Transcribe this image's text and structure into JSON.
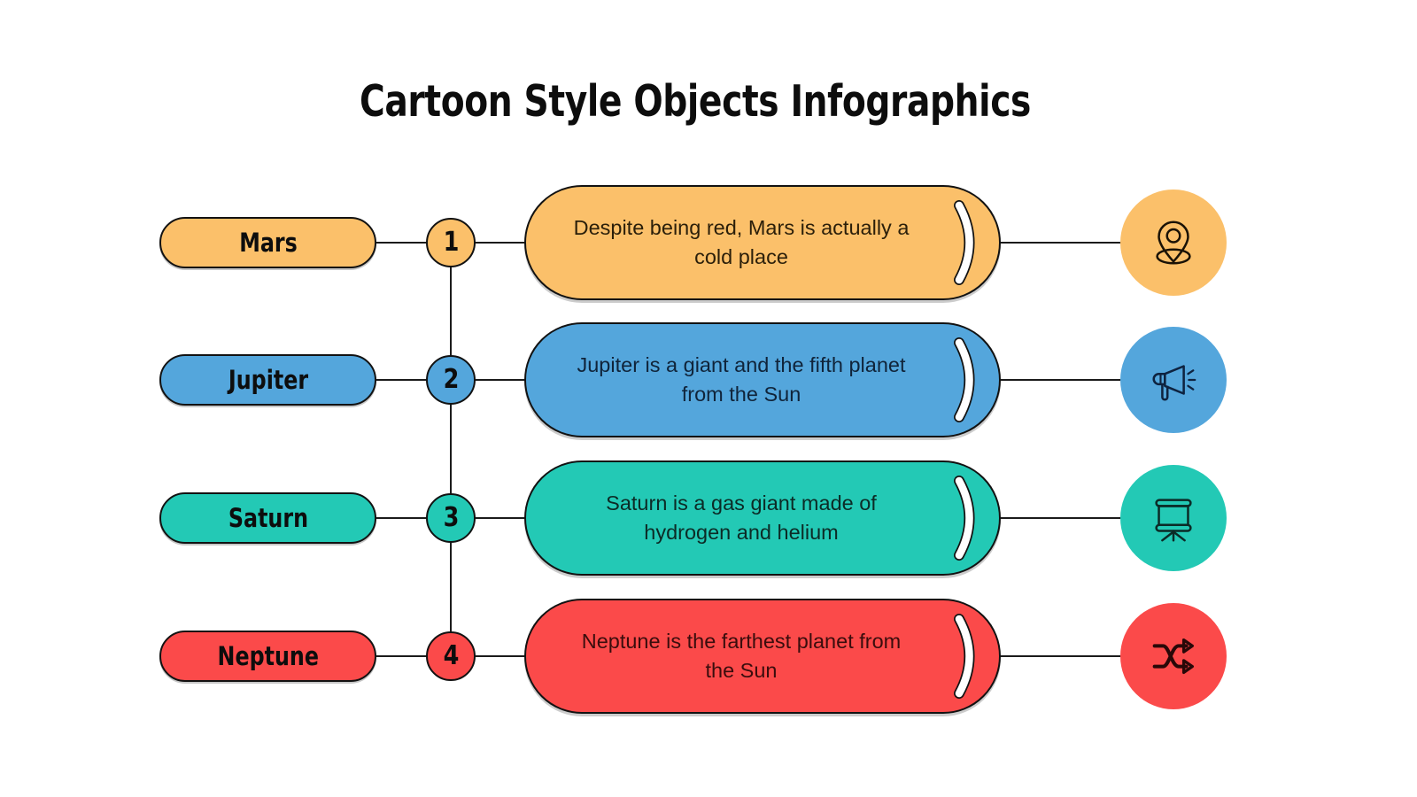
{
  "slide": {
    "title": "Cartoon Style Objects Infographics",
    "background_color": "#FFFFFF",
    "outline_color": "#121212"
  },
  "rows": [
    {
      "number": "1",
      "name": "Mars",
      "description": "Despite being red, Mars is actually a cold place",
      "color": "#FBC06A",
      "text_color": "#2B1F0A",
      "icon": "location-pin-icon",
      "icon_stroke": "#1A1206"
    },
    {
      "number": "2",
      "name": "Jupiter",
      "description": "Jupiter is a giant and the fifth planet from the Sun",
      "color": "#54A6DC",
      "text_color": "#10243A",
      "icon": "megaphone-icon",
      "icon_stroke": "#0E2340"
    },
    {
      "number": "3",
      "name": "Saturn",
      "description": "Saturn is a gas giant made of hydrogen and helium",
      "color": "#23C9B5",
      "text_color": "#0C2B26",
      "icon": "presentation-board-icon",
      "icon_stroke": "#0B2B27"
    },
    {
      "number": "4",
      "name": "Neptune",
      "description": "Neptune is the farthest planet from the Sun",
      "color": "#FB4A4A",
      "text_color": "#3A0D0D",
      "icon": "shuffle-arrows-icon",
      "icon_stroke": "#290808"
    }
  ]
}
